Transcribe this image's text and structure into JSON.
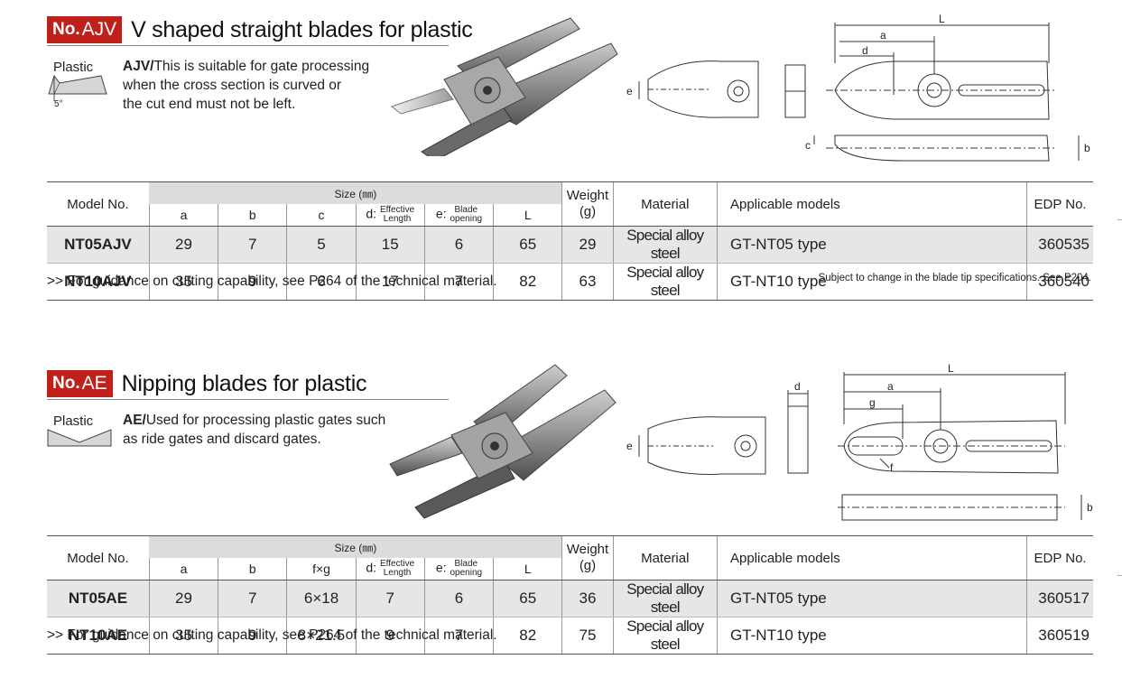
{
  "sections": [
    {
      "no_label": "No.",
      "code": "AJV",
      "title": "V shaped straight blades for plastic",
      "plastic_label": "Plastic",
      "angle_label": "5°",
      "desc_lead": "AJV/",
      "desc_lines": [
        "This is suitable for gate processing",
        "when the cross section is curved or",
        "the cut end must not be left."
      ],
      "dim_labels": {
        "L": "L",
        "a": "a",
        "d": "d",
        "e": "e",
        "c": "c",
        "b": "b"
      },
      "table": {
        "model_header": "Model No.",
        "size_header": "Size (㎜)",
        "weight_header": [
          "Weight",
          "(g)"
        ],
        "material_header": "Material",
        "applicable_header": "Applicable models",
        "edp_header": "EDP No.",
        "cols": [
          "a",
          "b",
          "c",
          "d:",
          "Effective",
          "Length",
          "e:",
          "Blade",
          "opening",
          "L"
        ],
        "rows": [
          {
            "model": "NT05AJV",
            "a": "29",
            "b": "7",
            "c": "5",
            "d": "15",
            "e": "6",
            "L": "65",
            "weight": "29",
            "material": "Special alloy steel",
            "applicable": "GT-NT05 type",
            "edp": "360535"
          },
          {
            "model": "NT10AJV",
            "a": "35",
            "b": "9",
            "c": "6",
            "d": "17",
            "e": "7",
            "L": "82",
            "weight": "63",
            "material": "Special alloy steel",
            "applicable": "GT-NT10 type",
            "edp": "360540"
          }
        ]
      },
      "footnote": ">> For guidance on cutting capability, see P264 of the technical material.",
      "subject_note": "Subject to change in the blade tip specifications. See P204."
    },
    {
      "no_label": "No.",
      "code": "AE",
      "title": "Nipping blades for plastic",
      "plastic_label": "Plastic",
      "desc_lead": "AE/",
      "desc_lines": [
        "Used for processing plastic gates such",
        "as ride gates and discard gates."
      ],
      "dim_labels": {
        "L": "L",
        "a": "a",
        "g": "g",
        "d": "d",
        "e": "e",
        "f": "f",
        "b": "b"
      },
      "table": {
        "model_header": "Model No.",
        "size_header": "Size (㎜)",
        "weight_header": [
          "Weight",
          "(g)"
        ],
        "material_header": "Material",
        "applicable_header": "Applicable models",
        "edp_header": "EDP No.",
        "cols": [
          "a",
          "b",
          "f×g",
          "d:",
          "Effective",
          "Length",
          "e:",
          "Blade",
          "opening",
          "L"
        ],
        "rows": [
          {
            "model": "NT05AE",
            "a": "29",
            "b": "7",
            "c": "6×18",
            "d": "7",
            "e": "6",
            "L": "65",
            "weight": "36",
            "material": "Special alloy steel",
            "applicable": "GT-NT05 type",
            "edp": "360517"
          },
          {
            "model": "NT10AE",
            "a": "35",
            "b": "9",
            "c": "8×21.5",
            "d": "9",
            "e": "7",
            "L": "82",
            "weight": "75",
            "material": "Special alloy steel",
            "applicable": "GT-NT10 type",
            "edp": "360519"
          }
        ]
      },
      "footnote": ">> For guidance on cutting capability, see P264 of the technical material."
    }
  ],
  "colors": {
    "accent_red": "#c0201a",
    "size_header_gray": "#dcdcdc",
    "row_gray": "#e6e6e6"
  }
}
